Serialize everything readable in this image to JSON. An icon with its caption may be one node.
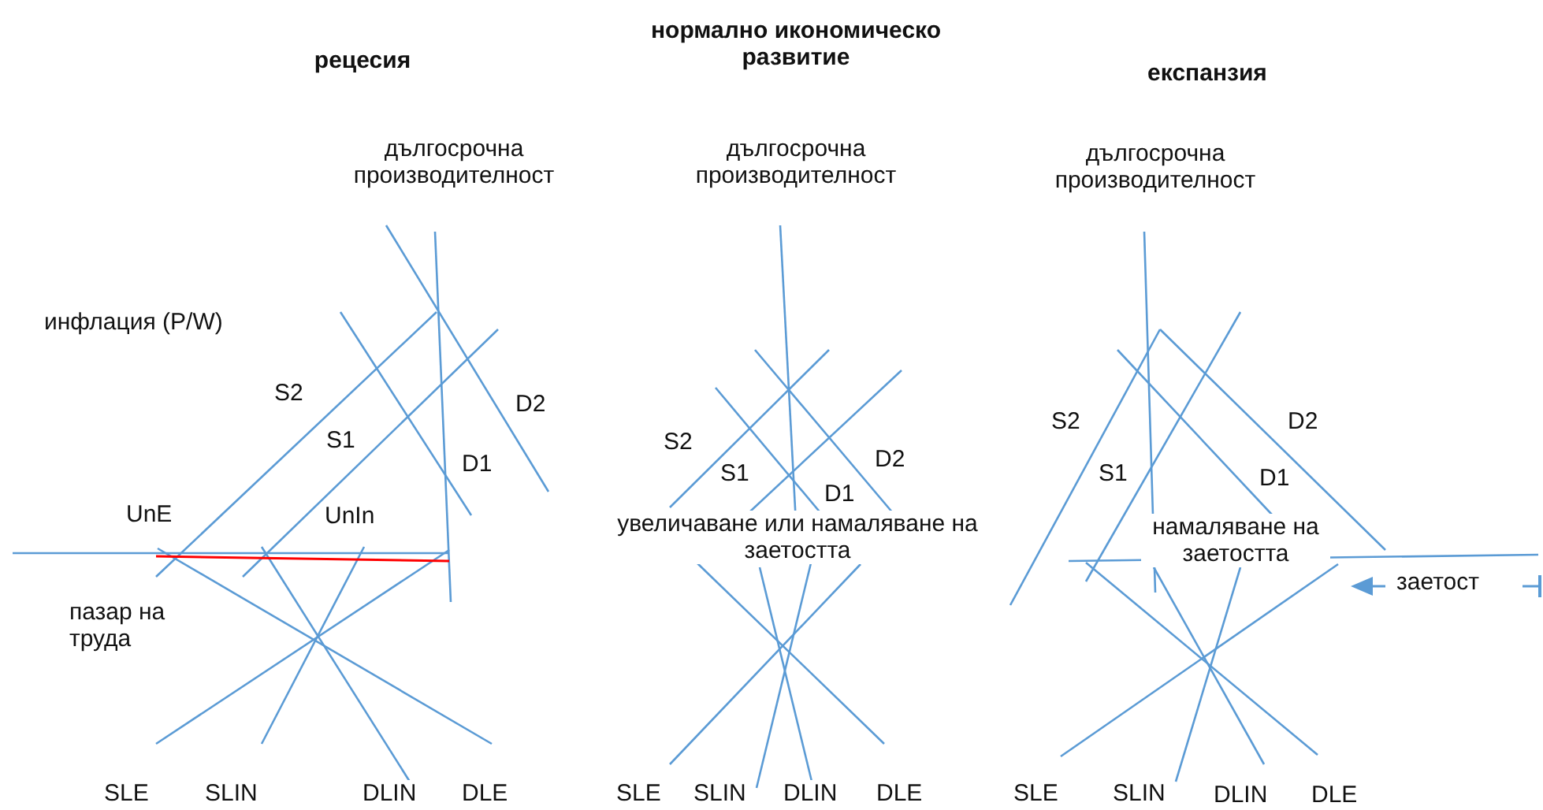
{
  "diagram": {
    "labels": [
      "рецесия",
      "нормално икономическо развитие",
      "експанзия",
      "дългосрочна производителност",
      "дългосрочна производителност",
      "дългосрочна производителност",
      "инфлация (P/W)",
      "S2",
      "D2",
      "S1",
      "D1",
      "UnE",
      "UnIn",
      "пазар на труда",
      "S2",
      "D2",
      "S1",
      "D1",
      "увеличаване или намаляване на заетостта",
      "S2",
      "D2",
      "S1",
      "D1",
      "намаляване на заетостта",
      "заетост",
      "SLE",
      "SLIN",
      "DLIN",
      "DLE",
      "SLE",
      "SLIN",
      "DLIN",
      "DLE",
      "SLE",
      "SLIN",
      "DLIN",
      "DLE"
    ]
  }
}
